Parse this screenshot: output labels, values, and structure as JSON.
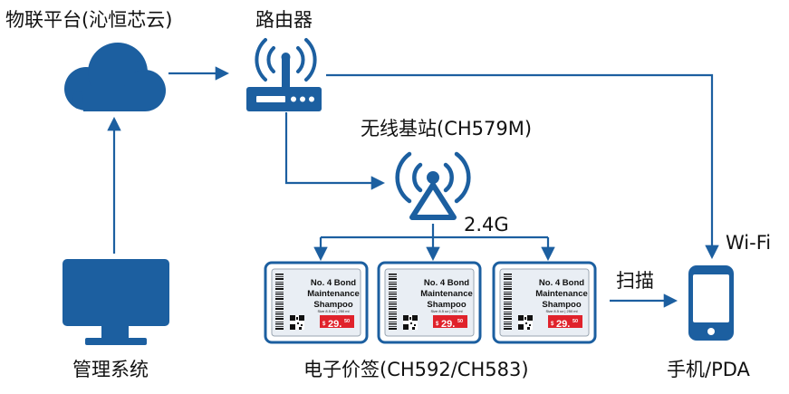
{
  "labels": {
    "cloud": "物联平台(沁恒芯云)",
    "router": "路由器",
    "base_station": "无线基站(CH579M)",
    "frequency": "2.4G",
    "wifi": "Wi-Fi",
    "scan": "扫描",
    "management": "管理系统",
    "tags": "电子价签(CH592/CH583)",
    "phone": "手机/PDA"
  },
  "price_tag": {
    "line1": "No. 4 Bond",
    "line2": "Maintenance",
    "line3": "Shampoo",
    "size": "Size 8.5 oz | 250 ml",
    "currency": "$",
    "price": "29.",
    "cents": "50"
  },
  "colors": {
    "primary": "#1c5fa0",
    "price": "#e0222b"
  },
  "icons": [
    "cloud-icon",
    "router-icon",
    "antenna-icon",
    "monitor-icon",
    "phone-icon",
    "barcode-icon",
    "qr-code-icon"
  ]
}
